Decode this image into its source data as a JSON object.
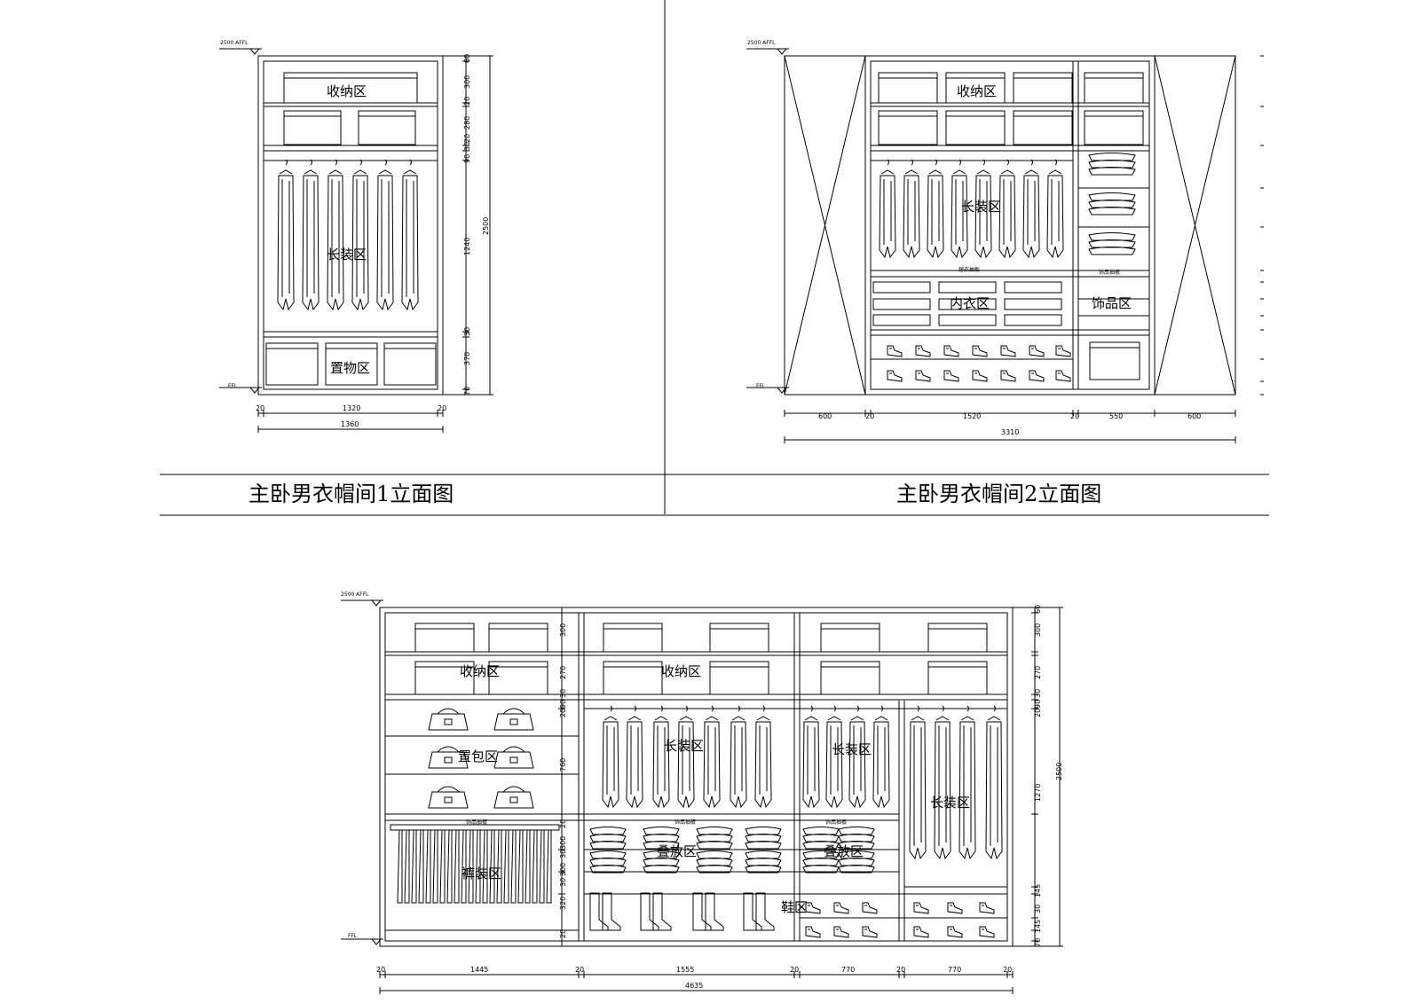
{
  "titles": {
    "elev1": "主卧男衣帽间1立面图",
    "elev2": "主卧男衣帽间2立面图"
  },
  "level_markers": {
    "top": "2500 AFFL",
    "floor": "FFL"
  },
  "elev1": {
    "zones": {
      "storage": "收纳区",
      "long_hang": "长装区",
      "shelf": "置物区"
    },
    "v_dims": [
      "60",
      "300",
      "20",
      "280",
      "20",
      "30",
      "90",
      "1240",
      "30",
      "370",
      "70"
    ],
    "total_h": "2500",
    "h_dims": [
      "20",
      "1320",
      "20"
    ],
    "total_w": "1360"
  },
  "elev2": {
    "zones": {
      "storage": "收纳区",
      "long_hang": "长装区",
      "underwear": "内衣区",
      "accessory": "饰品区",
      "pullout_tray": "趟衣抽板",
      "tray_small": "饰品抽板"
    },
    "h_dims": [
      "600",
      "20",
      "1520",
      "20",
      "550",
      "600"
    ],
    "total_w": "3310"
  },
  "elev3": {
    "zones": {
      "storage_left": "收纳区",
      "storage_mid": "收纳区",
      "bags": "置包区",
      "pants": "裤装区",
      "long_mid": "长装区",
      "long_right_a": "长装区",
      "long_right_b": "长装区",
      "folded_a": "叠放区",
      "folded_b": "叠放区",
      "shoes": "鞋区",
      "tray_a": "饰品抽板",
      "tray_b": "饰品抽板",
      "tray_c": "饰品抽板"
    },
    "v_dims": [
      "60",
      "300",
      "20",
      "270",
      "30",
      "90",
      "20",
      "760",
      "20",
      "300",
      "30",
      "300",
      "30",
      "320",
      "20"
    ],
    "v_dims_right": [
      "60",
      "300",
      "20",
      "270",
      "30",
      "90",
      "20",
      "1270",
      "20",
      "145",
      "30",
      "30",
      "145",
      "70"
    ],
    "total_h": "2500",
    "h_dims": [
      "20",
      "1445",
      "20",
      "1555",
      "20",
      "770",
      "20",
      "770",
      "20"
    ],
    "total_w": "4635"
  },
  "colors": {
    "line": "#000000",
    "background": "#ffffff"
  }
}
